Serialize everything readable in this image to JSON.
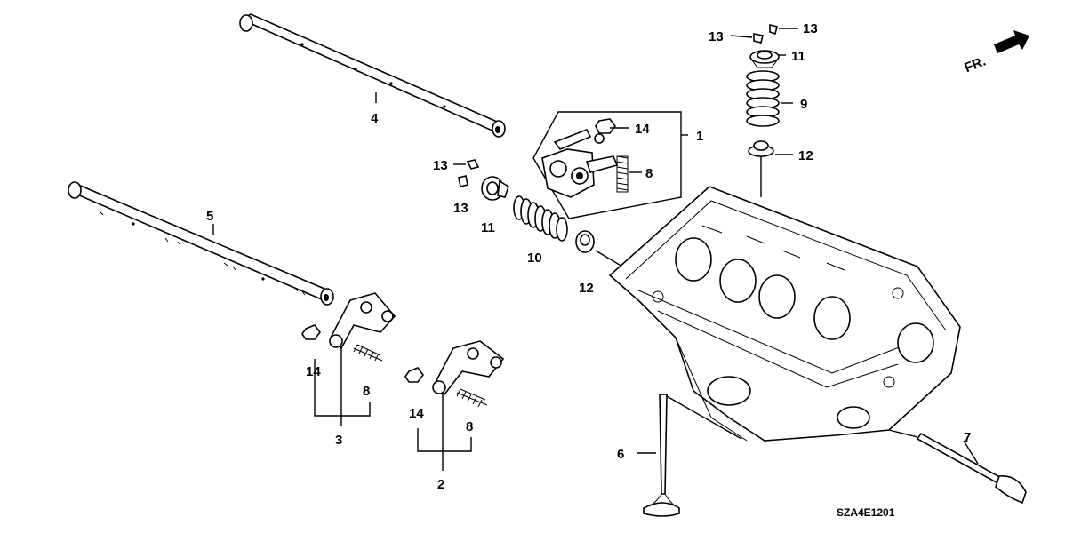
{
  "diagram": {
    "code": "SZA4E1201",
    "direction_label": "FR.",
    "callouts": {
      "p1": "1",
      "p2": "2",
      "p3": "3",
      "p4": "4",
      "p5": "5",
      "p6": "6",
      "p7": "7",
      "p8a": "8",
      "p8b": "8",
      "p8c": "8",
      "p9": "9",
      "p10": "10",
      "p11a": "11",
      "p11b": "11",
      "p12a": "12",
      "p12b": "12",
      "p13a": "13",
      "p13b": "13",
      "p13c": "13",
      "p13d": "13",
      "p14a": "14",
      "p14b": "14",
      "p14c": "14"
    },
    "icons": [
      "forward-arrow-icon"
    ]
  }
}
